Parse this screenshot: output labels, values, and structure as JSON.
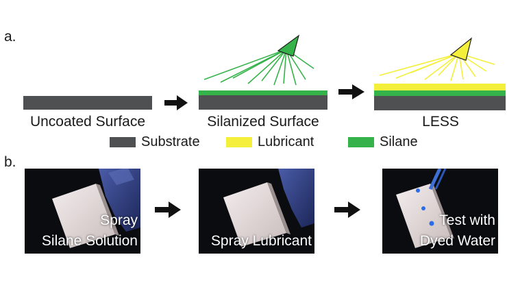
{
  "panel_a": {
    "label": "a.",
    "stages": [
      {
        "caption": "Uncoated Surface"
      },
      {
        "caption": "Silanized Surface"
      },
      {
        "caption": "LESS"
      }
    ]
  },
  "legend": [
    {
      "label": "Substrate",
      "color": "#4f5052"
    },
    {
      "label": "Lubricant",
      "color": "#f4ef3a"
    },
    {
      "label": "Silane",
      "color": "#35b34a"
    }
  ],
  "panel_b": {
    "label": "b.",
    "photos": [
      {
        "line1": "Spray",
        "line2": "Silane Solution"
      },
      {
        "line1": "",
        "line2": "Spray Lubricant"
      },
      {
        "line1": "Test with",
        "line2": "Dyed Water"
      }
    ]
  },
  "colors": {
    "substrate": "#4f5052",
    "silane": "#35b34a",
    "lubricant": "#f4ef3a",
    "arrow": "#111111"
  }
}
